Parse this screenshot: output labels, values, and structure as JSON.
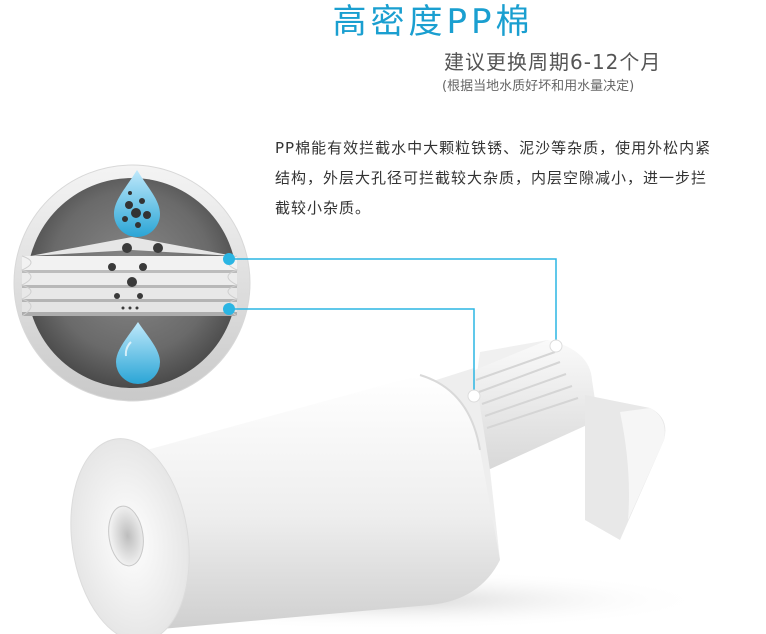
{
  "header": {
    "title": "高密度PP棉",
    "subtitle": "建议更换周期6-12个月",
    "note": "(根据当地水质好坏和用水量决定)"
  },
  "description": "PP棉能有效拦截水中大颗粒铁锈、泥沙等杂质，使用外松内紧结构，外层大孔径可拦截较大杂质，内层空隙减小，进一步拦截较小杂质。",
  "colors": {
    "accent": "#1a9fd0",
    "callout_line": "#2bb5e3"
  },
  "icons": [
    "dirty-water-drop-icon",
    "clean-water-drop-icon",
    "filter-layers-icon",
    "pp-cotton-cartridge-icon"
  ]
}
